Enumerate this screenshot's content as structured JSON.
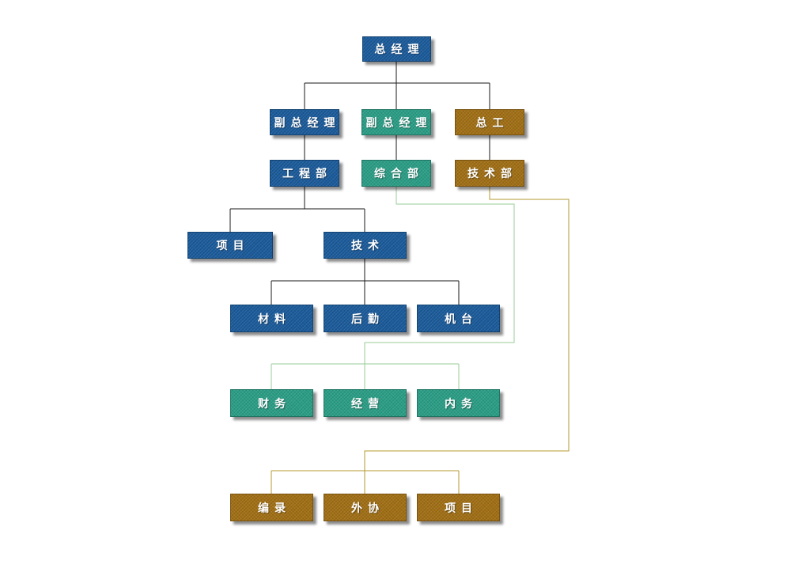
{
  "colors": {
    "background": "#ffffff",
    "text": "#ffffff",
    "blue": "#1a5a9a",
    "teal": "#2a9d85",
    "gold": "#a06e14",
    "line_black": "#1a1a1a",
    "line_green": "#99cc99",
    "line_gold": "#b5992e"
  },
  "diagram": {
    "type": "org-chart",
    "nodes": {
      "general_manager": {
        "label": "总经理",
        "color": "blue"
      },
      "deputy_gm_1": {
        "label": "副总经理",
        "color": "blue"
      },
      "deputy_gm_2": {
        "label": "副总经理",
        "color": "teal"
      },
      "chief_engineer": {
        "label": "总工",
        "color": "gold"
      },
      "engineering_dept": {
        "label": "工程部",
        "color": "blue"
      },
      "general_affairs_dept": {
        "label": "综合部",
        "color": "teal"
      },
      "technical_dept": {
        "label": "技术部",
        "color": "gold"
      },
      "project": {
        "label": "项目",
        "color": "blue"
      },
      "technology": {
        "label": "技术",
        "color": "blue"
      },
      "materials": {
        "label": "材料",
        "color": "blue"
      },
      "logistics": {
        "label": "后勤",
        "color": "blue"
      },
      "machinery": {
        "label": "机台",
        "color": "blue"
      },
      "finance": {
        "label": "财务",
        "color": "teal"
      },
      "operations": {
        "label": "经营",
        "color": "teal"
      },
      "internal_affairs": {
        "label": "内务",
        "color": "teal"
      },
      "records": {
        "label": "编录",
        "color": "gold"
      },
      "outsourcing": {
        "label": "外协",
        "color": "gold"
      },
      "project_bottom": {
        "label": "项目",
        "color": "gold"
      }
    },
    "edges": [
      "general_manager -> deputy_gm_1",
      "general_manager -> deputy_gm_2",
      "general_manager -> chief_engineer",
      "deputy_gm_1 -> engineering_dept",
      "deputy_gm_2 -> general_affairs_dept",
      "chief_engineer -> technical_dept",
      "engineering_dept -> project",
      "engineering_dept -> technology",
      "technology -> materials",
      "technology -> logistics",
      "technology -> machinery",
      "general_affairs_dept -> finance",
      "general_affairs_dept -> operations",
      "general_affairs_dept -> internal_affairs",
      "technical_dept -> records",
      "technical_dept -> outsourcing",
      "technical_dept -> project_bottom"
    ]
  }
}
